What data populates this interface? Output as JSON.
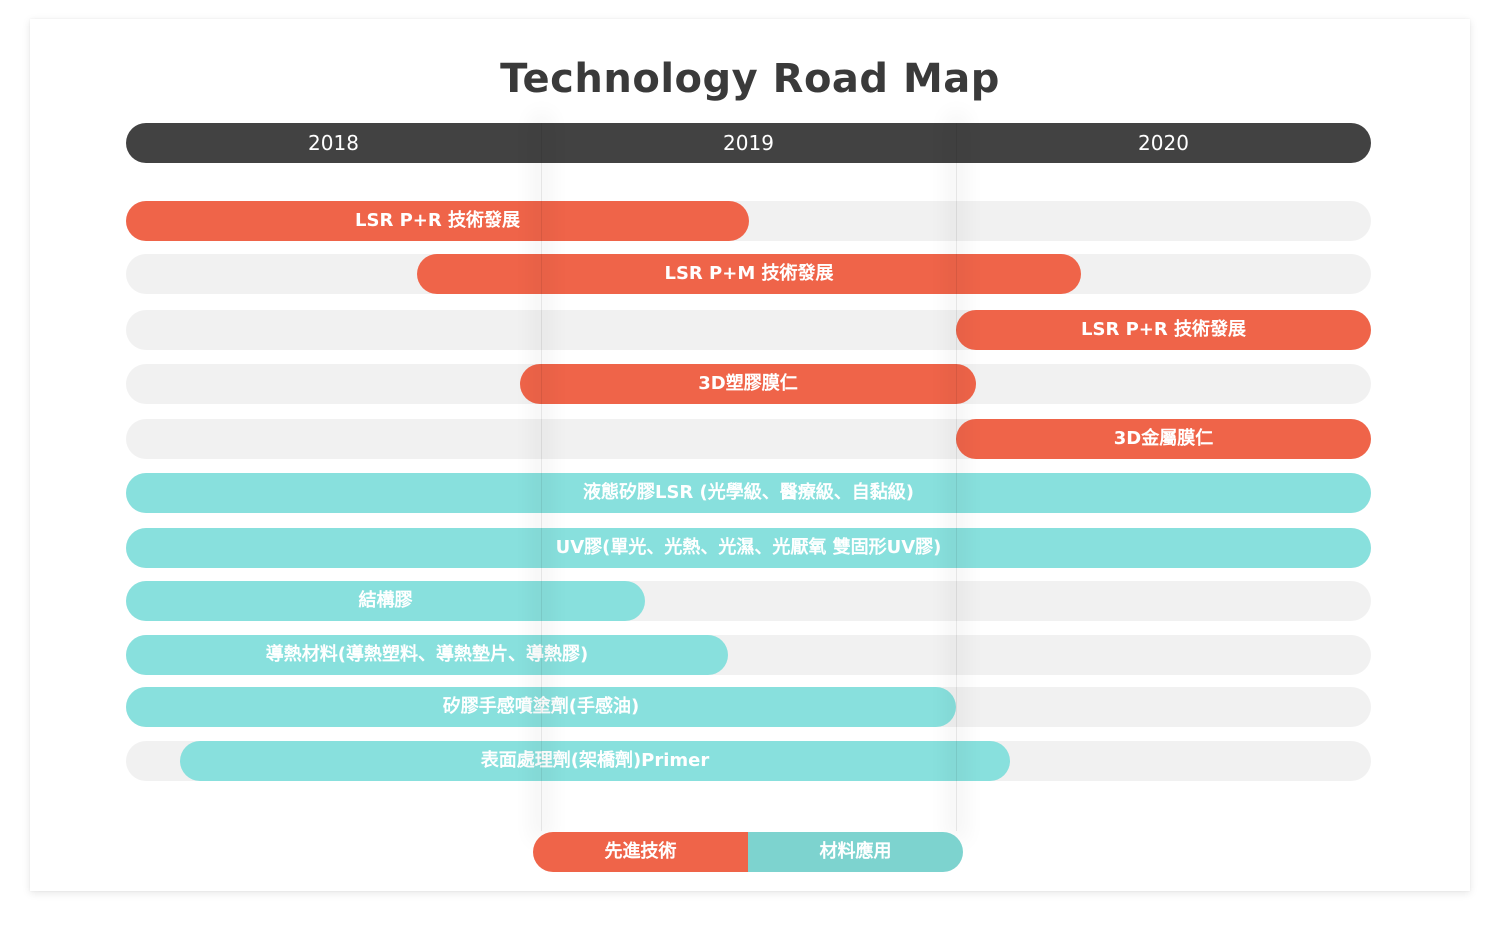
{
  "chart_data": {
    "type": "gantt",
    "title": "Technology Road Map",
    "years": [
      "2018",
      "2019",
      "2020"
    ],
    "x_range": [
      2018.0,
      2021.0
    ],
    "year_boundaries": [
      2019.0,
      2020.0
    ],
    "series_colors": {
      "red": "#ef6449",
      "teal": "#88e0dd",
      "track": "#f1f1f1",
      "year_bar": "#424242"
    },
    "rows": [
      {
        "label": "LSR P+R 技術發展",
        "category": "red",
        "start": 2018.0,
        "end": 2019.5
      },
      {
        "label": "LSR P+M 技術發展",
        "category": "red",
        "start": 2018.7,
        "end": 2020.3
      },
      {
        "label": "LSR P+R 技術發展",
        "category": "red",
        "start": 2020.0,
        "end": 2021.0
      },
      {
        "label": "3D塑膠膜仁",
        "category": "red",
        "start": 2018.95,
        "end": 2020.05
      },
      {
        "label": "3D金屬膜仁",
        "category": "red",
        "start": 2020.0,
        "end": 2021.0
      },
      {
        "label": "液態矽膠LSR (光學級、醫療級、自黏級)",
        "category": "teal",
        "start": 2018.0,
        "end": 2021.0
      },
      {
        "label": "UV膠(單光、光熱、光濕、光厭氧 雙固形UV膠)",
        "category": "teal",
        "start": 2018.0,
        "end": 2021.0
      },
      {
        "label": "結構膠",
        "category": "teal",
        "start": 2018.0,
        "end": 2019.25
      },
      {
        "label": "導熱材料(導熱塑料、導熱墊片、導熱膠)",
        "category": "teal",
        "start": 2018.0,
        "end": 2019.45
      },
      {
        "label": "矽膠手感噴塗劑(手感油)",
        "category": "teal",
        "start": 2018.0,
        "end": 2020.0
      },
      {
        "label": "表面處理劑(架橋劑)Primer",
        "category": "teal",
        "start": 2018.13,
        "end": 2020.13
      }
    ]
  },
  "legend": [
    {
      "label": "先進技術",
      "color": "red"
    },
    {
      "label": "材料應用",
      "color": "teal"
    }
  ]
}
